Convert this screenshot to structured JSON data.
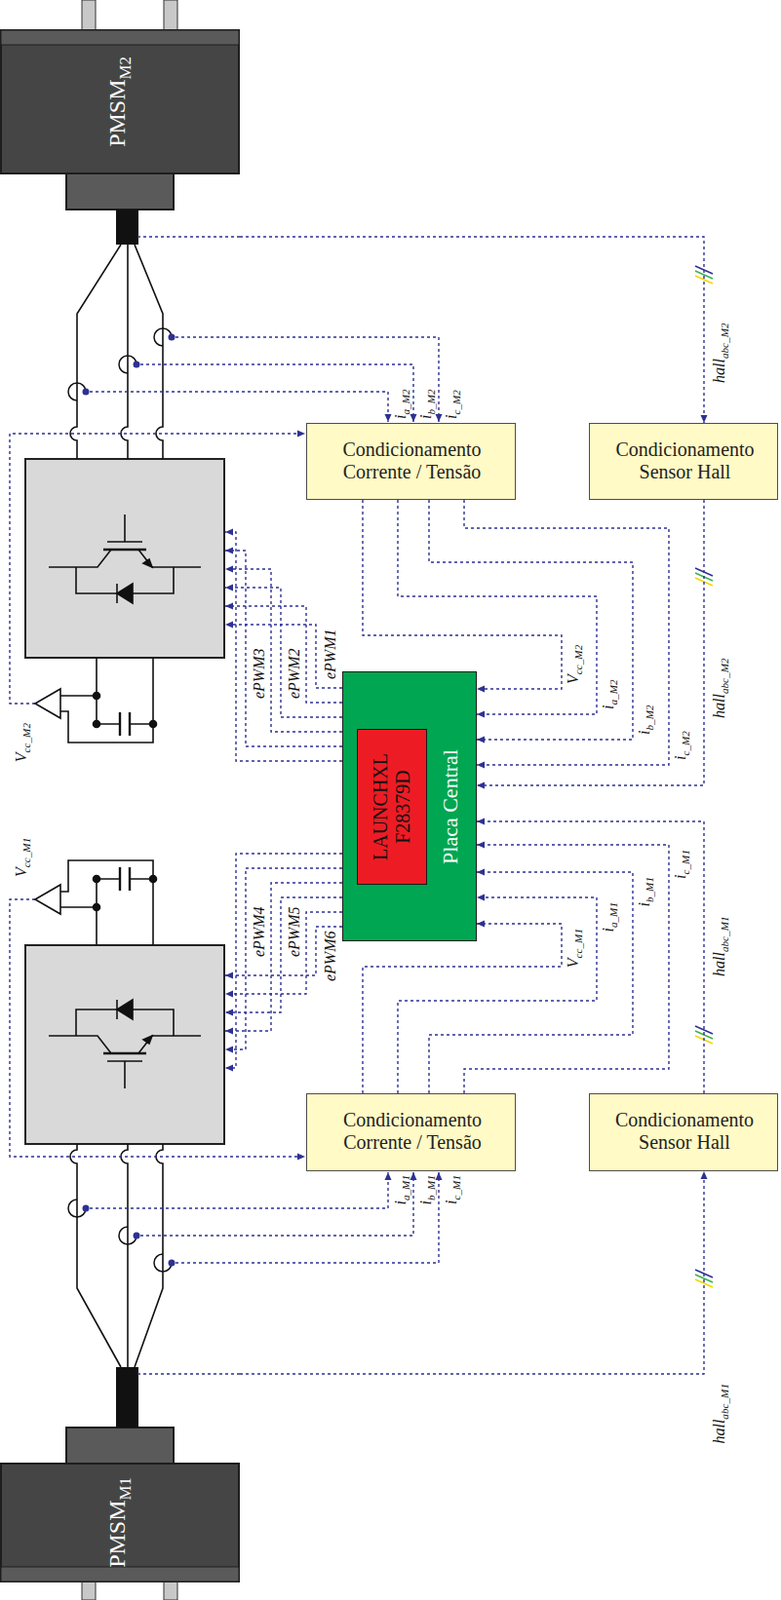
{
  "diagram": {
    "nodes": [
      {
        "text": [
          "PMSMM2"
        ]
      },
      {
        "text": [
          "Condicionamento Corrente / Tensão"
        ]
      },
      {
        "text": [
          "Condicionamento Sensor Hall"
        ]
      },
      {
        "text": [
          "Placa Central"
        ]
      },
      {
        "text": [
          "LAUNCHXL F28379D"
        ],
        "in": 3
      },
      {
        "text": [
          "Condicionamento Corrente / Tensão"
        ]
      },
      {
        "text": [
          "Condicionamento Sensor Hall"
        ]
      },
      {
        "text": [
          "PMSMM1"
        ]
      }
    ],
    "edges": [
      {
        "from": 0,
        "to": 2,
        "arrow": "to",
        "label": "hallabc_M2"
      },
      {
        "from": 2,
        "to": 3,
        "arrow": "to",
        "label": "hallabc_M2"
      },
      {
        "from": 1,
        "to": 3,
        "arrow": "to",
        "label": "Vcc_M2"
      },
      {
        "from": 1,
        "to": 3,
        "arrow": "to",
        "label": "ia_M2"
      },
      {
        "from": 1,
        "to": 3,
        "arrow": "to",
        "label": "ib_M2"
      },
      {
        "from": 1,
        "to": 3,
        "arrow": "to",
        "label": "ic_M2"
      },
      {
        "from": 5,
        "to": 3,
        "arrow": "to",
        "label": "Vcc_M1"
      },
      {
        "from": 5,
        "to": 3,
        "arrow": "to",
        "label": "ia_M1"
      },
      {
        "from": 5,
        "to": 3,
        "arrow": "to",
        "label": "ib_M1"
      },
      {
        "from": 5,
        "to": 3,
        "arrow": "to",
        "label": "ic_M1"
      },
      {
        "from": 6,
        "to": 3,
        "arrow": "to",
        "label": "hallabc_M1"
      },
      {
        "from": 7,
        "to": 6,
        "arrow": "to",
        "label": "hallabc_M1"
      }
    ],
    "labels": [
      "ia_M2",
      "ib_M2",
      "ic_M2",
      "Vcc_M2",
      "ePWM3",
      "ePWM2",
      "ePWM1",
      "ePWM4",
      "ePWM5",
      "ePWM6",
      "Vcc_M1",
      "ia_M1",
      "ib_M1",
      "ic_M1"
    ]
  }
}
